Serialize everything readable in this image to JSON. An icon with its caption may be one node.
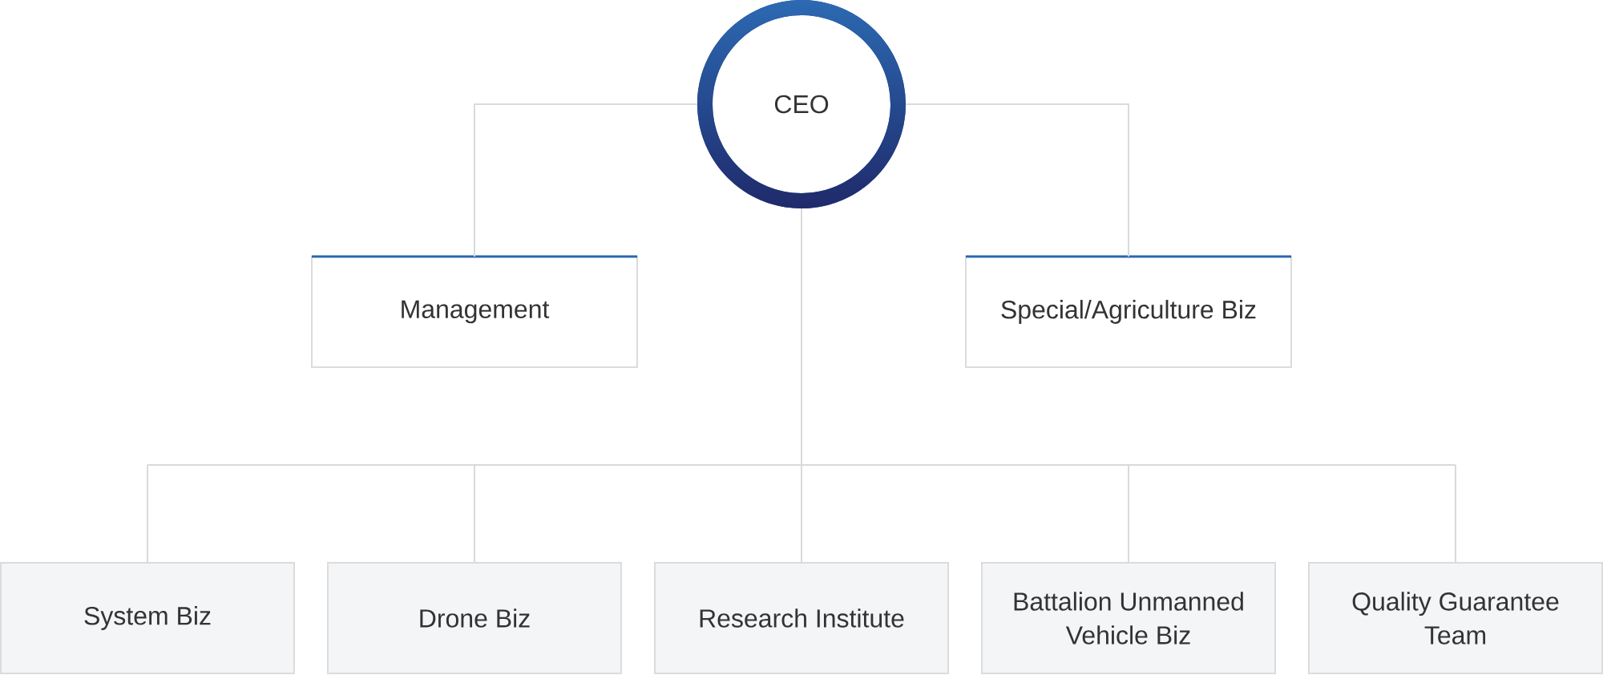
{
  "diagram": {
    "nodes": [
      {
        "text": [
          "CEO"
        ]
      },
      {
        "text": [
          "Management"
        ]
      },
      {
        "text": [
          "Special/Agriculture Biz"
        ]
      },
      {
        "text": [
          "System Biz"
        ]
      },
      {
        "text": [
          "Drone Biz"
        ]
      },
      {
        "text": [
          "Research Institute"
        ]
      },
      {
        "text": [
          "Battalion Unmanned Vehicle Biz"
        ]
      },
      {
        "text": [
          "Quality Guarantee Team"
        ]
      }
    ],
    "edges": [
      {
        "from": 0,
        "to": 1,
        "arrow": "none"
      },
      {
        "from": 0,
        "to": 2,
        "arrow": "none"
      },
      {
        "from": 0,
        "to": 3,
        "arrow": "none"
      },
      {
        "from": 0,
        "to": 4,
        "arrow": "none"
      },
      {
        "from": 0,
        "to": 5,
        "arrow": "none"
      },
      {
        "from": 0,
        "to": 6,
        "arrow": "none"
      },
      {
        "from": 0,
        "to": 7,
        "arrow": "none"
      }
    ]
  }
}
